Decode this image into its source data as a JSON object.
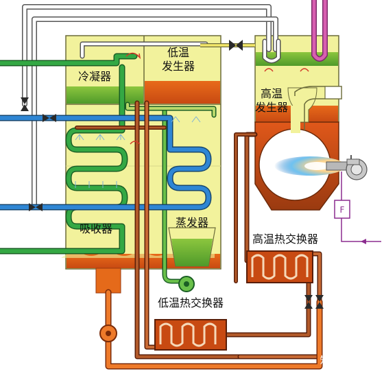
{
  "labels": {
    "condenser": "冷凝器",
    "lt_generator": "低温\n发生器",
    "ht_generator": "高温\n发生器",
    "absorber": "吸收器",
    "evaporator": "蒸发器",
    "ht_heat_exchanger": "高温热交换器",
    "lt_heat_exchanger": "低温热交换器",
    "flow_meter": "F",
    "watermark": "知乎 @老史"
  },
  "icons": {
    "burner": "burner-flame-icon",
    "fan": "blower-fan-icon",
    "pump": "pump-icon",
    "valve": "valve-icon",
    "arrow": "flow-arrow-icon",
    "spray": "spray-nozzle-icon"
  },
  "colors": {
    "shell": "#f0f19a",
    "shell_stroke": "#5a5a2a",
    "green_pipe": "#2e9a3c",
    "blue_pipe": "#2a7bc8",
    "brown_pipe": "#8a3a18",
    "orange_fluid": "#e56a1a",
    "white_pipe": "#ffffff",
    "purple_pipe": "#c0399a",
    "gas_line": "#8b2c8f"
  }
}
